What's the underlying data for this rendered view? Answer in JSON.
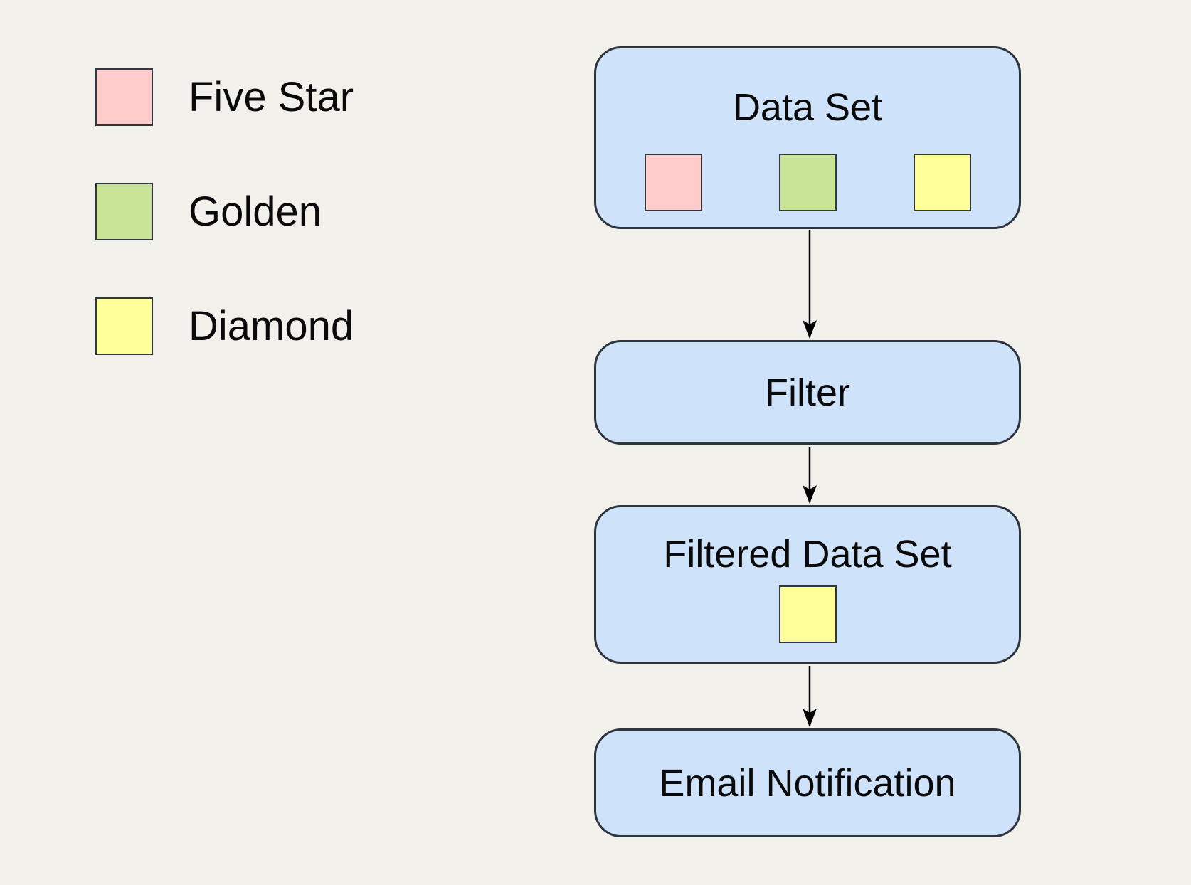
{
  "diagram": {
    "background_color": "#f2f0eb",
    "node_fill_color": "#cee2fa",
    "node_border_color": "#2d343d",
    "legend": {
      "items": [
        {
          "id": "five-star",
          "label": "Five Star",
          "color": "#ffcccc"
        },
        {
          "id": "golden",
          "label": "Golden",
          "color": "#c8e396"
        },
        {
          "id": "diamond",
          "label": "Diamond",
          "color": "#ffff99"
        }
      ]
    },
    "nodes": [
      {
        "id": "data-set",
        "label": "Data Set",
        "chips": [
          "#ffcccc",
          "#c8e396",
          "#ffff99"
        ]
      },
      {
        "id": "filter",
        "label": "Filter",
        "chips": []
      },
      {
        "id": "filtered-data-set",
        "label": "Filtered Data Set",
        "chips": [
          "#ffff99"
        ]
      },
      {
        "id": "email-notification",
        "label": "Email Notification",
        "chips": []
      }
    ],
    "edges": [
      {
        "from": "data-set",
        "to": "filter"
      },
      {
        "from": "filter",
        "to": "filtered-data-set"
      },
      {
        "from": "filtered-data-set",
        "to": "email-notification"
      }
    ]
  }
}
